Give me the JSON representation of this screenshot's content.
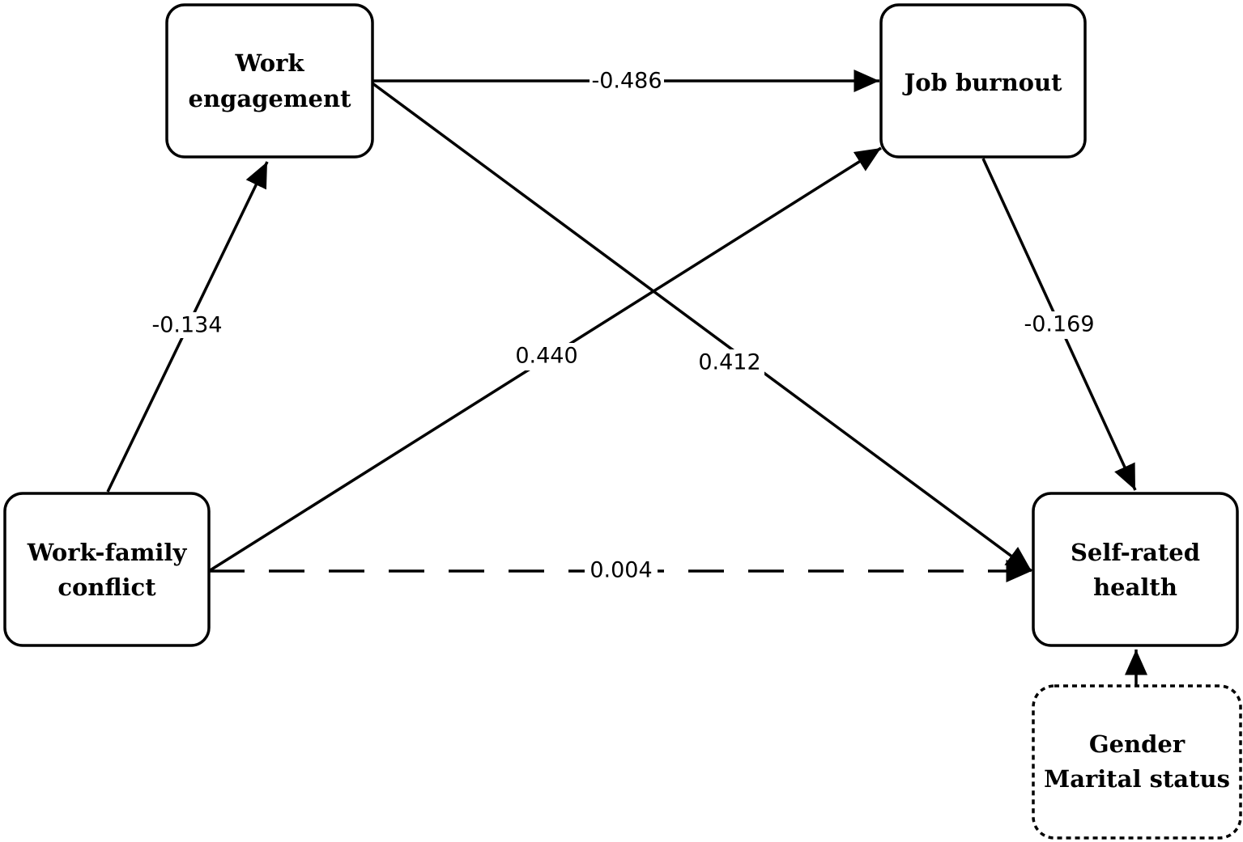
{
  "nodes": {
    "work_engagement": {
      "line1": "Work",
      "line2": "engagement"
    },
    "job_burnout": {
      "line1": "Job burnout"
    },
    "work_family_conflict": {
      "line1": "Work-family",
      "line2": "conflict"
    },
    "self_rated_health": {
      "line1": "Self-rated",
      "line2": "health"
    },
    "covariates": {
      "line1": "Gender",
      "line2": "Marital status"
    }
  },
  "edges": {
    "engagement_to_burnout": "-0.486",
    "conflict_to_engagement": "-0.134",
    "conflict_to_burnout": "0.440",
    "engagement_to_health": "0.412",
    "burnout_to_health": "-0.169",
    "conflict_to_health": "0.004"
  },
  "colors": {
    "stroke": "#000000",
    "background": "#ffffff"
  }
}
